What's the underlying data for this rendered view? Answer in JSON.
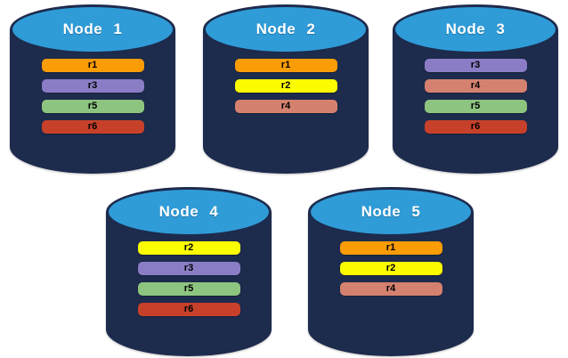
{
  "diagram": {
    "description": "Five database nodes with replica distribution",
    "nodes": [
      {
        "label": "Node 1",
        "replicas": [
          "r1",
          "r3",
          "r5",
          "r6"
        ]
      },
      {
        "label": "Node 2",
        "replicas": [
          "r1",
          "r2",
          "r4"
        ]
      },
      {
        "label": "Node 3",
        "replicas": [
          "r3",
          "r4",
          "r5",
          "r6"
        ]
      },
      {
        "label": "Node 4",
        "replicas": [
          "r2",
          "r3",
          "r5",
          "r6"
        ]
      },
      {
        "label": "Node 5",
        "replicas": [
          "r1",
          "r2",
          "r4"
        ]
      }
    ],
    "colors": {
      "cylinder_body": "#1D2B4D",
      "cylinder_top": "#2F9CD8",
      "node_label_text": "#FFFFFF",
      "replica_label_text": "#000000",
      "replicas": {
        "r1": "#F99C06",
        "r2": "#FCFC00",
        "r3": "#8A7DC5",
        "r4": "#D5816F",
        "r5": "#8DC47F",
        "r6": "#C7412A"
      }
    }
  }
}
